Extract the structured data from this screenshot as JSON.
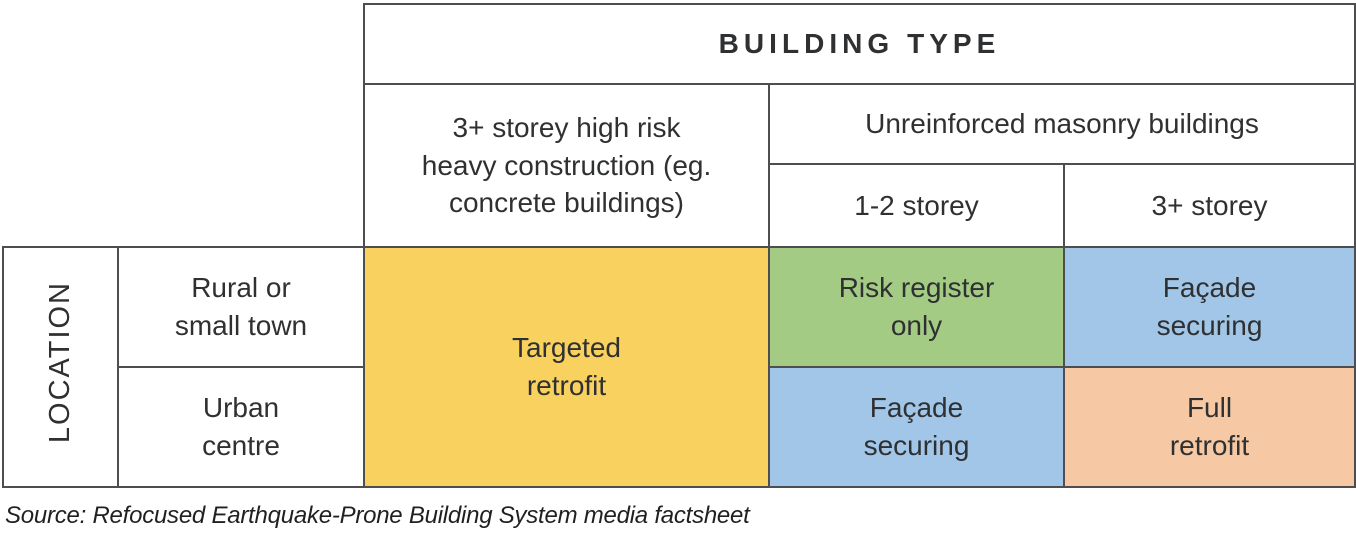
{
  "table": {
    "building_type_header": "BUILDING TYPE",
    "location_header": "LOCATION",
    "columns": {
      "concrete": "3+ storey high risk\nheavy construction (eg.\nconcrete buildings)",
      "masonry": "Unreinforced masonry buildings",
      "masonry_sub_1": "1-2 storey",
      "masonry_sub_2": "3+ storey"
    },
    "rows": {
      "rural": "Rural or\nsmall town",
      "urban": "Urban\ncentre"
    },
    "cells": {
      "targeted_retrofit": "Targeted\nretrofit",
      "rural_masonry_low": "Risk register\nonly",
      "rural_masonry_high": "Façade\nsecuring",
      "urban_masonry_low": "Façade\nsecuring",
      "urban_masonry_high": "Full\nretrofit"
    }
  },
  "source": "Source: Refocused Earthquake-Prone Building System media factsheet",
  "colors": {
    "heading_navy": "#14335A",
    "border_gray": "#4E4E50",
    "text_dark": "#2F3032",
    "cell_yellow": "#F9D15F",
    "cell_green": "#A3CB84",
    "cell_blue": "#A1C6E8",
    "cell_peach": "#F6C9A4"
  }
}
